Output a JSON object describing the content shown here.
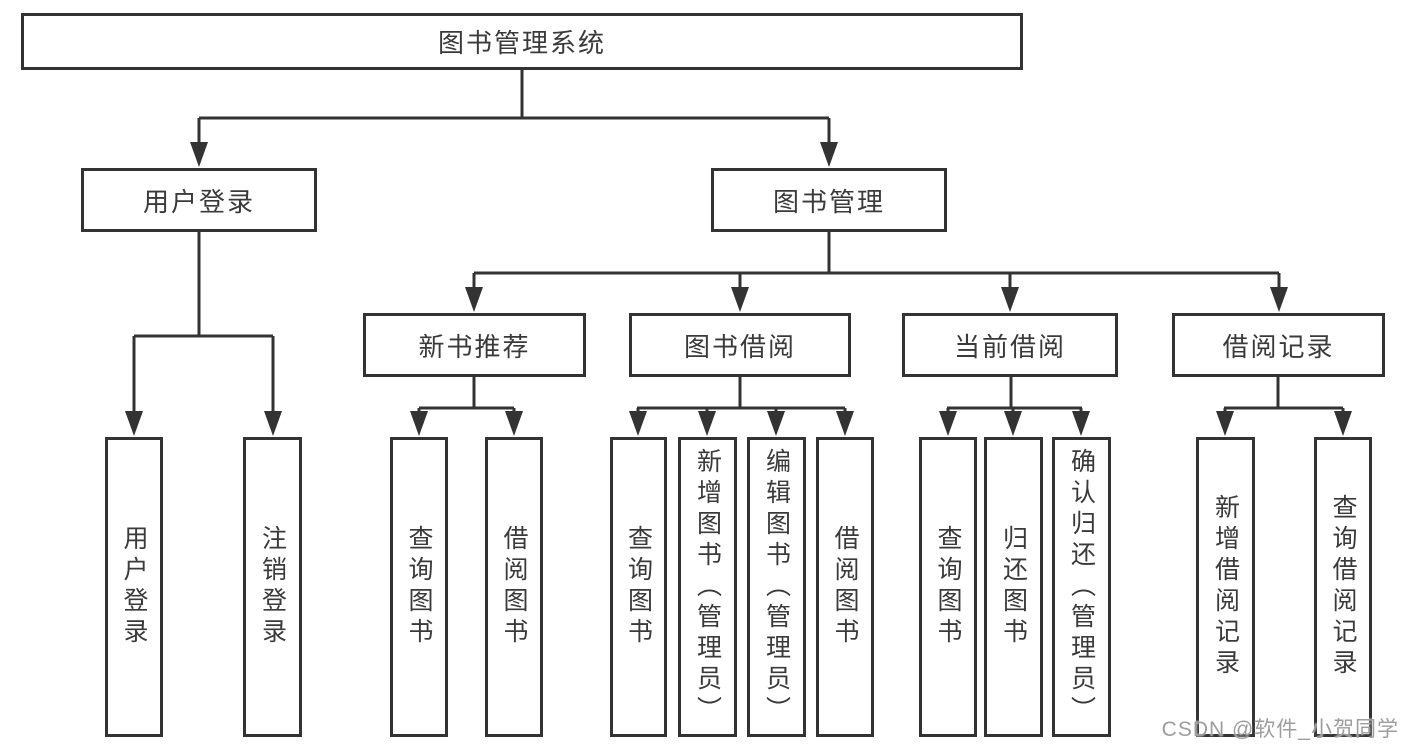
{
  "diagram": {
    "root_label": "图书管理系统",
    "branches": [
      {
        "label": "用户登录",
        "children": [
          {
            "label": "用户登录"
          },
          {
            "label": "注销登录"
          }
        ]
      },
      {
        "label": "图书管理",
        "children": [
          {
            "label": "新书推荐",
            "children": [
              {
                "label": "查询图书"
              },
              {
                "label": "借阅图书"
              }
            ]
          },
          {
            "label": "图书借阅",
            "children": [
              {
                "label": "查询图书"
              },
              {
                "label": "新增图书（管理员）"
              },
              {
                "label": "编辑图书（管理员）"
              },
              {
                "label": "借阅图书"
              }
            ]
          },
          {
            "label": "当前借阅",
            "children": [
              {
                "label": "查询图书"
              },
              {
                "label": "归还图书"
              },
              {
                "label": "确认归还（管理员）"
              }
            ]
          },
          {
            "label": "借阅记录",
            "children": [
              {
                "label": "新增借阅记录"
              },
              {
                "label": "查询借阅记录"
              }
            ]
          }
        ]
      }
    ]
  },
  "watermark": "CSDN @软件_小贺同学",
  "colors": {
    "line": "#333333",
    "text": "#3a3a3a",
    "background": "#ffffff",
    "watermark_gray": "#9d9d9d"
  }
}
